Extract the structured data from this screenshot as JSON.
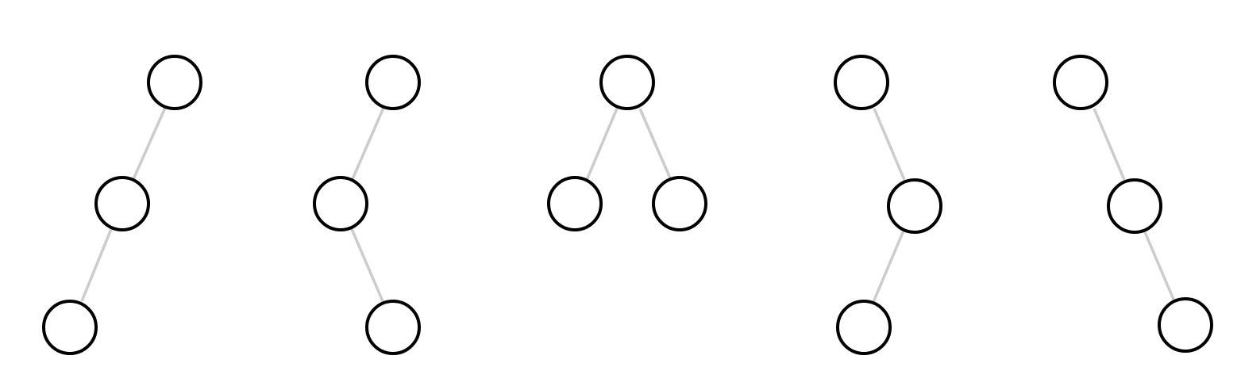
{
  "diagram": {
    "type": "binary-tree-shapes",
    "tree_count": 5,
    "node_count_per_tree": 3,
    "colors": {
      "background": "#ffffff",
      "node_fill": "#ffffff",
      "node_stroke": "#000000",
      "edge": "#cccccc"
    },
    "trees": [
      {
        "name": "tree-left-left",
        "nodes": [
          "root",
          "left-child",
          "left-left-grandchild"
        ],
        "edges": [
          [
            "root",
            "left-child"
          ],
          [
            "left-child",
            "left-left-grandchild"
          ]
        ]
      },
      {
        "name": "tree-left-right",
        "nodes": [
          "root",
          "left-child",
          "left-right-grandchild"
        ],
        "edges": [
          [
            "root",
            "left-child"
          ],
          [
            "left-child",
            "left-right-grandchild"
          ]
        ]
      },
      {
        "name": "tree-balanced",
        "nodes": [
          "root",
          "left-child",
          "right-child"
        ],
        "edges": [
          [
            "root",
            "left-child"
          ],
          [
            "root",
            "right-child"
          ]
        ]
      },
      {
        "name": "tree-right-left",
        "nodes": [
          "root",
          "right-child",
          "right-left-grandchild"
        ],
        "edges": [
          [
            "root",
            "right-child"
          ],
          [
            "right-child",
            "right-left-grandchild"
          ]
        ]
      },
      {
        "name": "tree-right-right",
        "nodes": [
          "root",
          "right-child",
          "right-right-grandchild"
        ],
        "edges": [
          [
            "root",
            "right-child"
          ],
          [
            "right-child",
            "right-right-grandchild"
          ]
        ]
      }
    ]
  }
}
